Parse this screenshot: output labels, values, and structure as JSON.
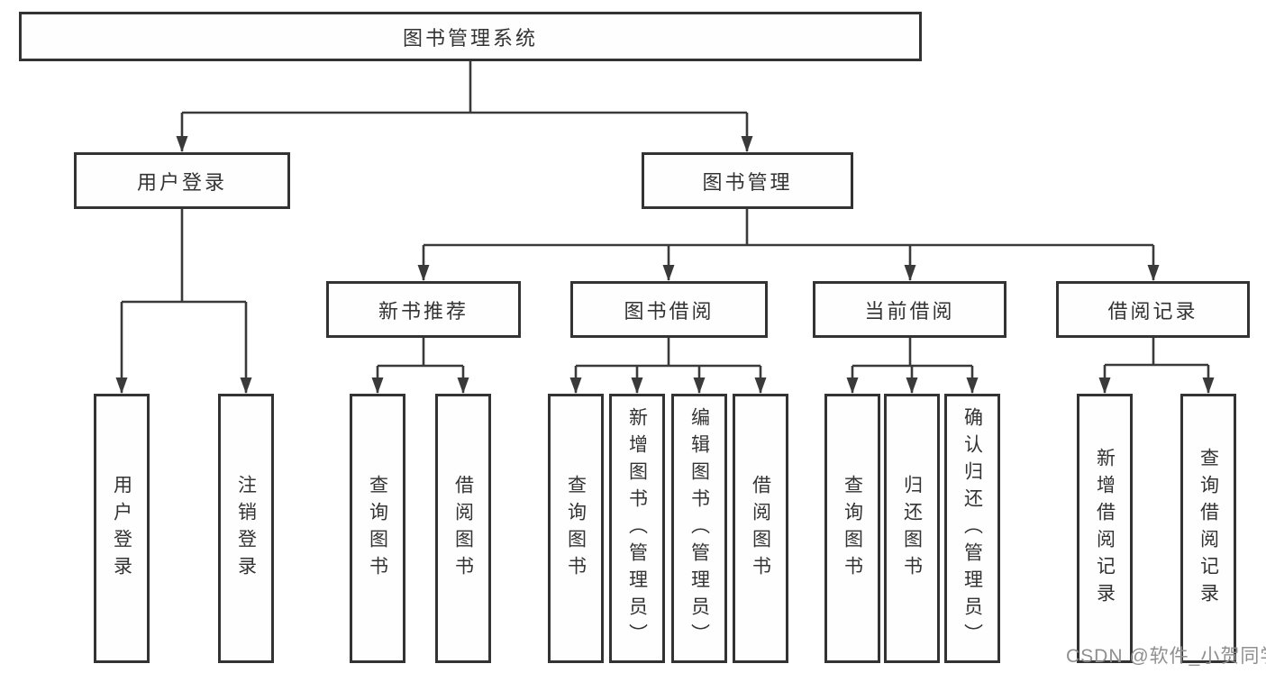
{
  "diagram": {
    "type": "hierarchy-tree",
    "root": {
      "label": "图书管理系统"
    },
    "level2": [
      {
        "id": "user-login",
        "label": "用户登录",
        "parent": "图书管理系统"
      },
      {
        "id": "book-management",
        "label": "图书管理",
        "parent": "图书管理系统"
      }
    ],
    "level3": [
      {
        "id": "new-book-recommend",
        "label": "新书推荐",
        "parent": "图书管理"
      },
      {
        "id": "book-borrow",
        "label": "图书借阅",
        "parent": "图书管理"
      },
      {
        "id": "current-borrow",
        "label": "当前借阅",
        "parent": "图书管理"
      },
      {
        "id": "borrow-record",
        "label": "借阅记录",
        "parent": "图书管理"
      }
    ],
    "leaves": {
      "user_login": [
        "用户登录",
        "注销登录"
      ],
      "new_book_recommend": [
        "查询图书",
        "借阅图书"
      ],
      "book_borrow": [
        "查询图书",
        "新增图书（管理员）",
        "编辑图书（管理员）",
        "借阅图书"
      ],
      "current_borrow": [
        "查询图书",
        "归还图书",
        "确认归还（管理员）"
      ],
      "borrow_record": [
        "新增借阅记录",
        "查询借阅记录"
      ]
    }
  },
  "watermark": {
    "text": "CSDN @软件_小贺同学",
    "color": "#8f8f8f"
  },
  "colors": {
    "background": "#ffffff",
    "line": "#3a3a3a",
    "box_border": "#333333",
    "text": "#333333"
  }
}
